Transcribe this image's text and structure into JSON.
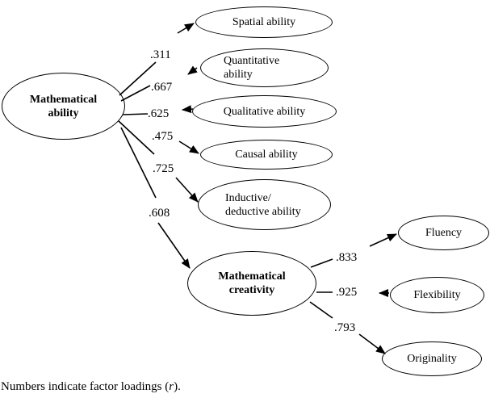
{
  "diagram": {
    "nodes": {
      "math_ability": {
        "line1": "Mathematical",
        "line2": "ability"
      },
      "spatial": {
        "label": "Spatial ability"
      },
      "quantitative": {
        "line1": "Quantitative",
        "line2": "ability"
      },
      "qualitative": {
        "label": "Qualitative ability"
      },
      "causal": {
        "label": "Causal ability"
      },
      "inductive": {
        "line1": "Inductive/",
        "line2": "deductive ability"
      },
      "creativity": {
        "line1": "Mathematical",
        "line2": "creativity"
      },
      "fluency": {
        "label": "Fluency"
      },
      "flexibility": {
        "label": "Flexibility"
      },
      "originality": {
        "label": "Originality"
      }
    },
    "loadings": {
      "spatial": ".311",
      "quantitative": ".667",
      "qualitative": ".625",
      "causal": ".475",
      "inductive": ".725",
      "creativity": ".608",
      "fluency": ".833",
      "flexibility": ".925",
      "originality": ".793"
    },
    "colors": {
      "stroke": "#000000",
      "background": "#ffffff"
    }
  },
  "caption": {
    "prefix": "Numbers indicate factor loadings (",
    "italic": "r",
    "suffix": ")."
  }
}
